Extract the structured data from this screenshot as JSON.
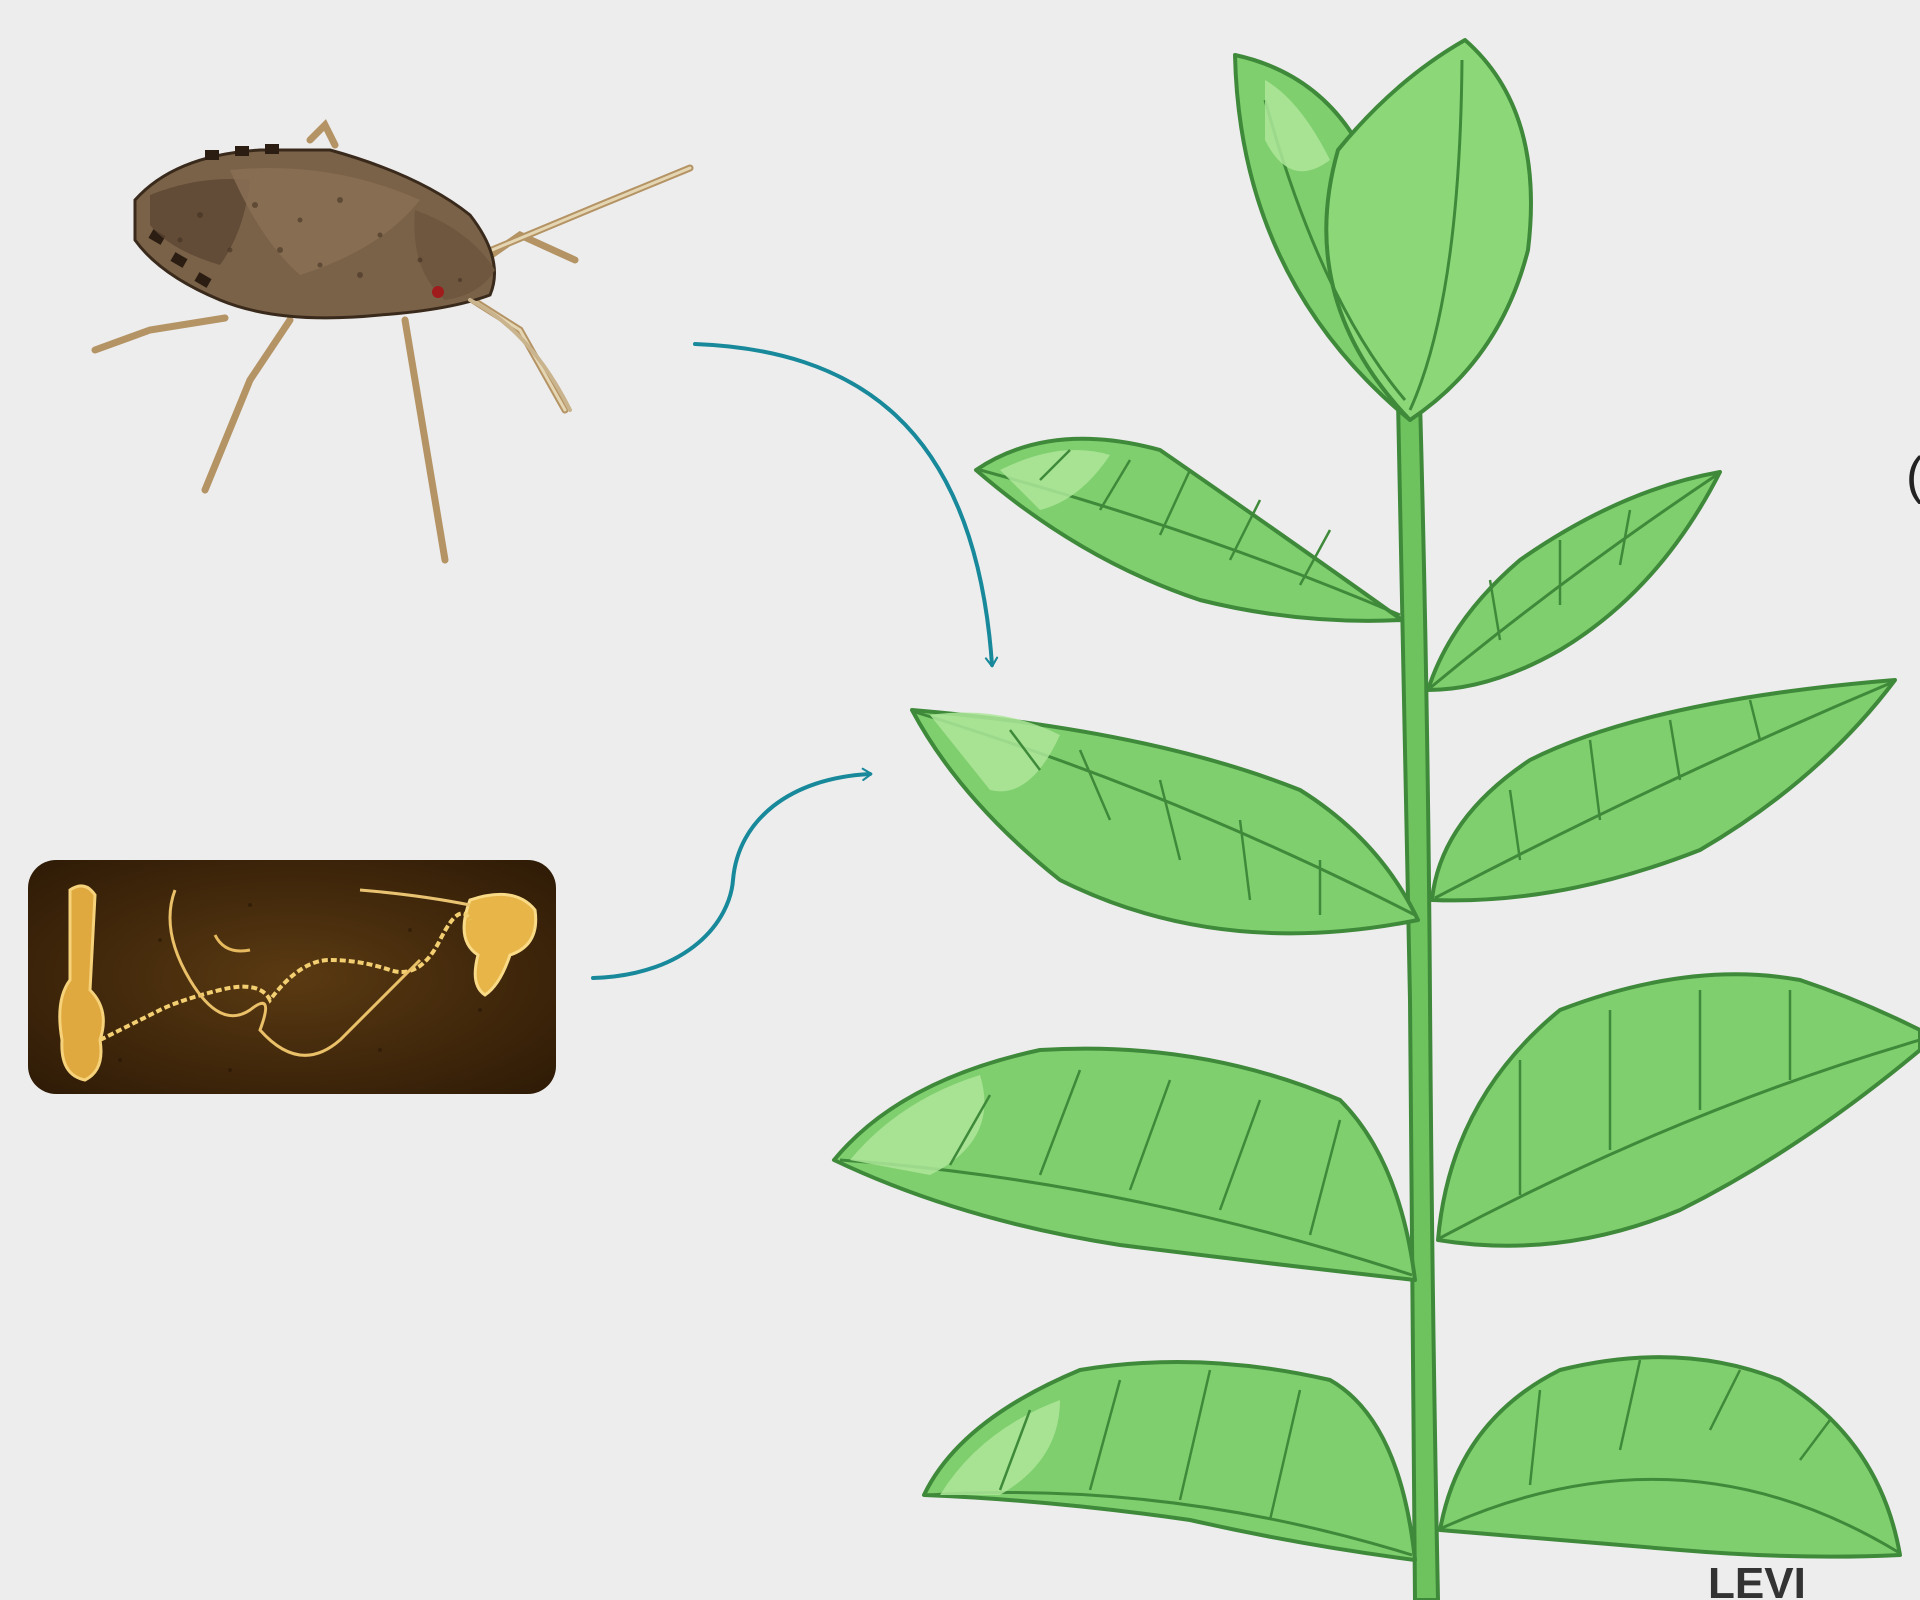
{
  "diagram": {
    "signature": "LEVI",
    "edge_glyph": "(",
    "colors": {
      "background": "#ededed",
      "arrow": "#18899b",
      "leaf_outline": "#3f8a3a",
      "leaf_fill": "#7fcf6e",
      "leaf_light": "#aee69a",
      "leaf_dark": "#5fb552",
      "stem": "#6fc35e",
      "bug_body": "#7a6248",
      "photo_bg": "#4a2c0b",
      "photo_fiber": "#f0c160"
    },
    "nodes": [
      {
        "id": "stink-bug",
        "icon": "stink-bug-photo"
      },
      {
        "id": "microscopy",
        "icon": "fibril-microscopy-image"
      },
      {
        "id": "plant",
        "icon": "plant-illustration"
      }
    ],
    "edges": [
      {
        "from": "stink-bug",
        "to": "plant"
      },
      {
        "from": "microscopy",
        "to": "plant"
      }
    ]
  }
}
